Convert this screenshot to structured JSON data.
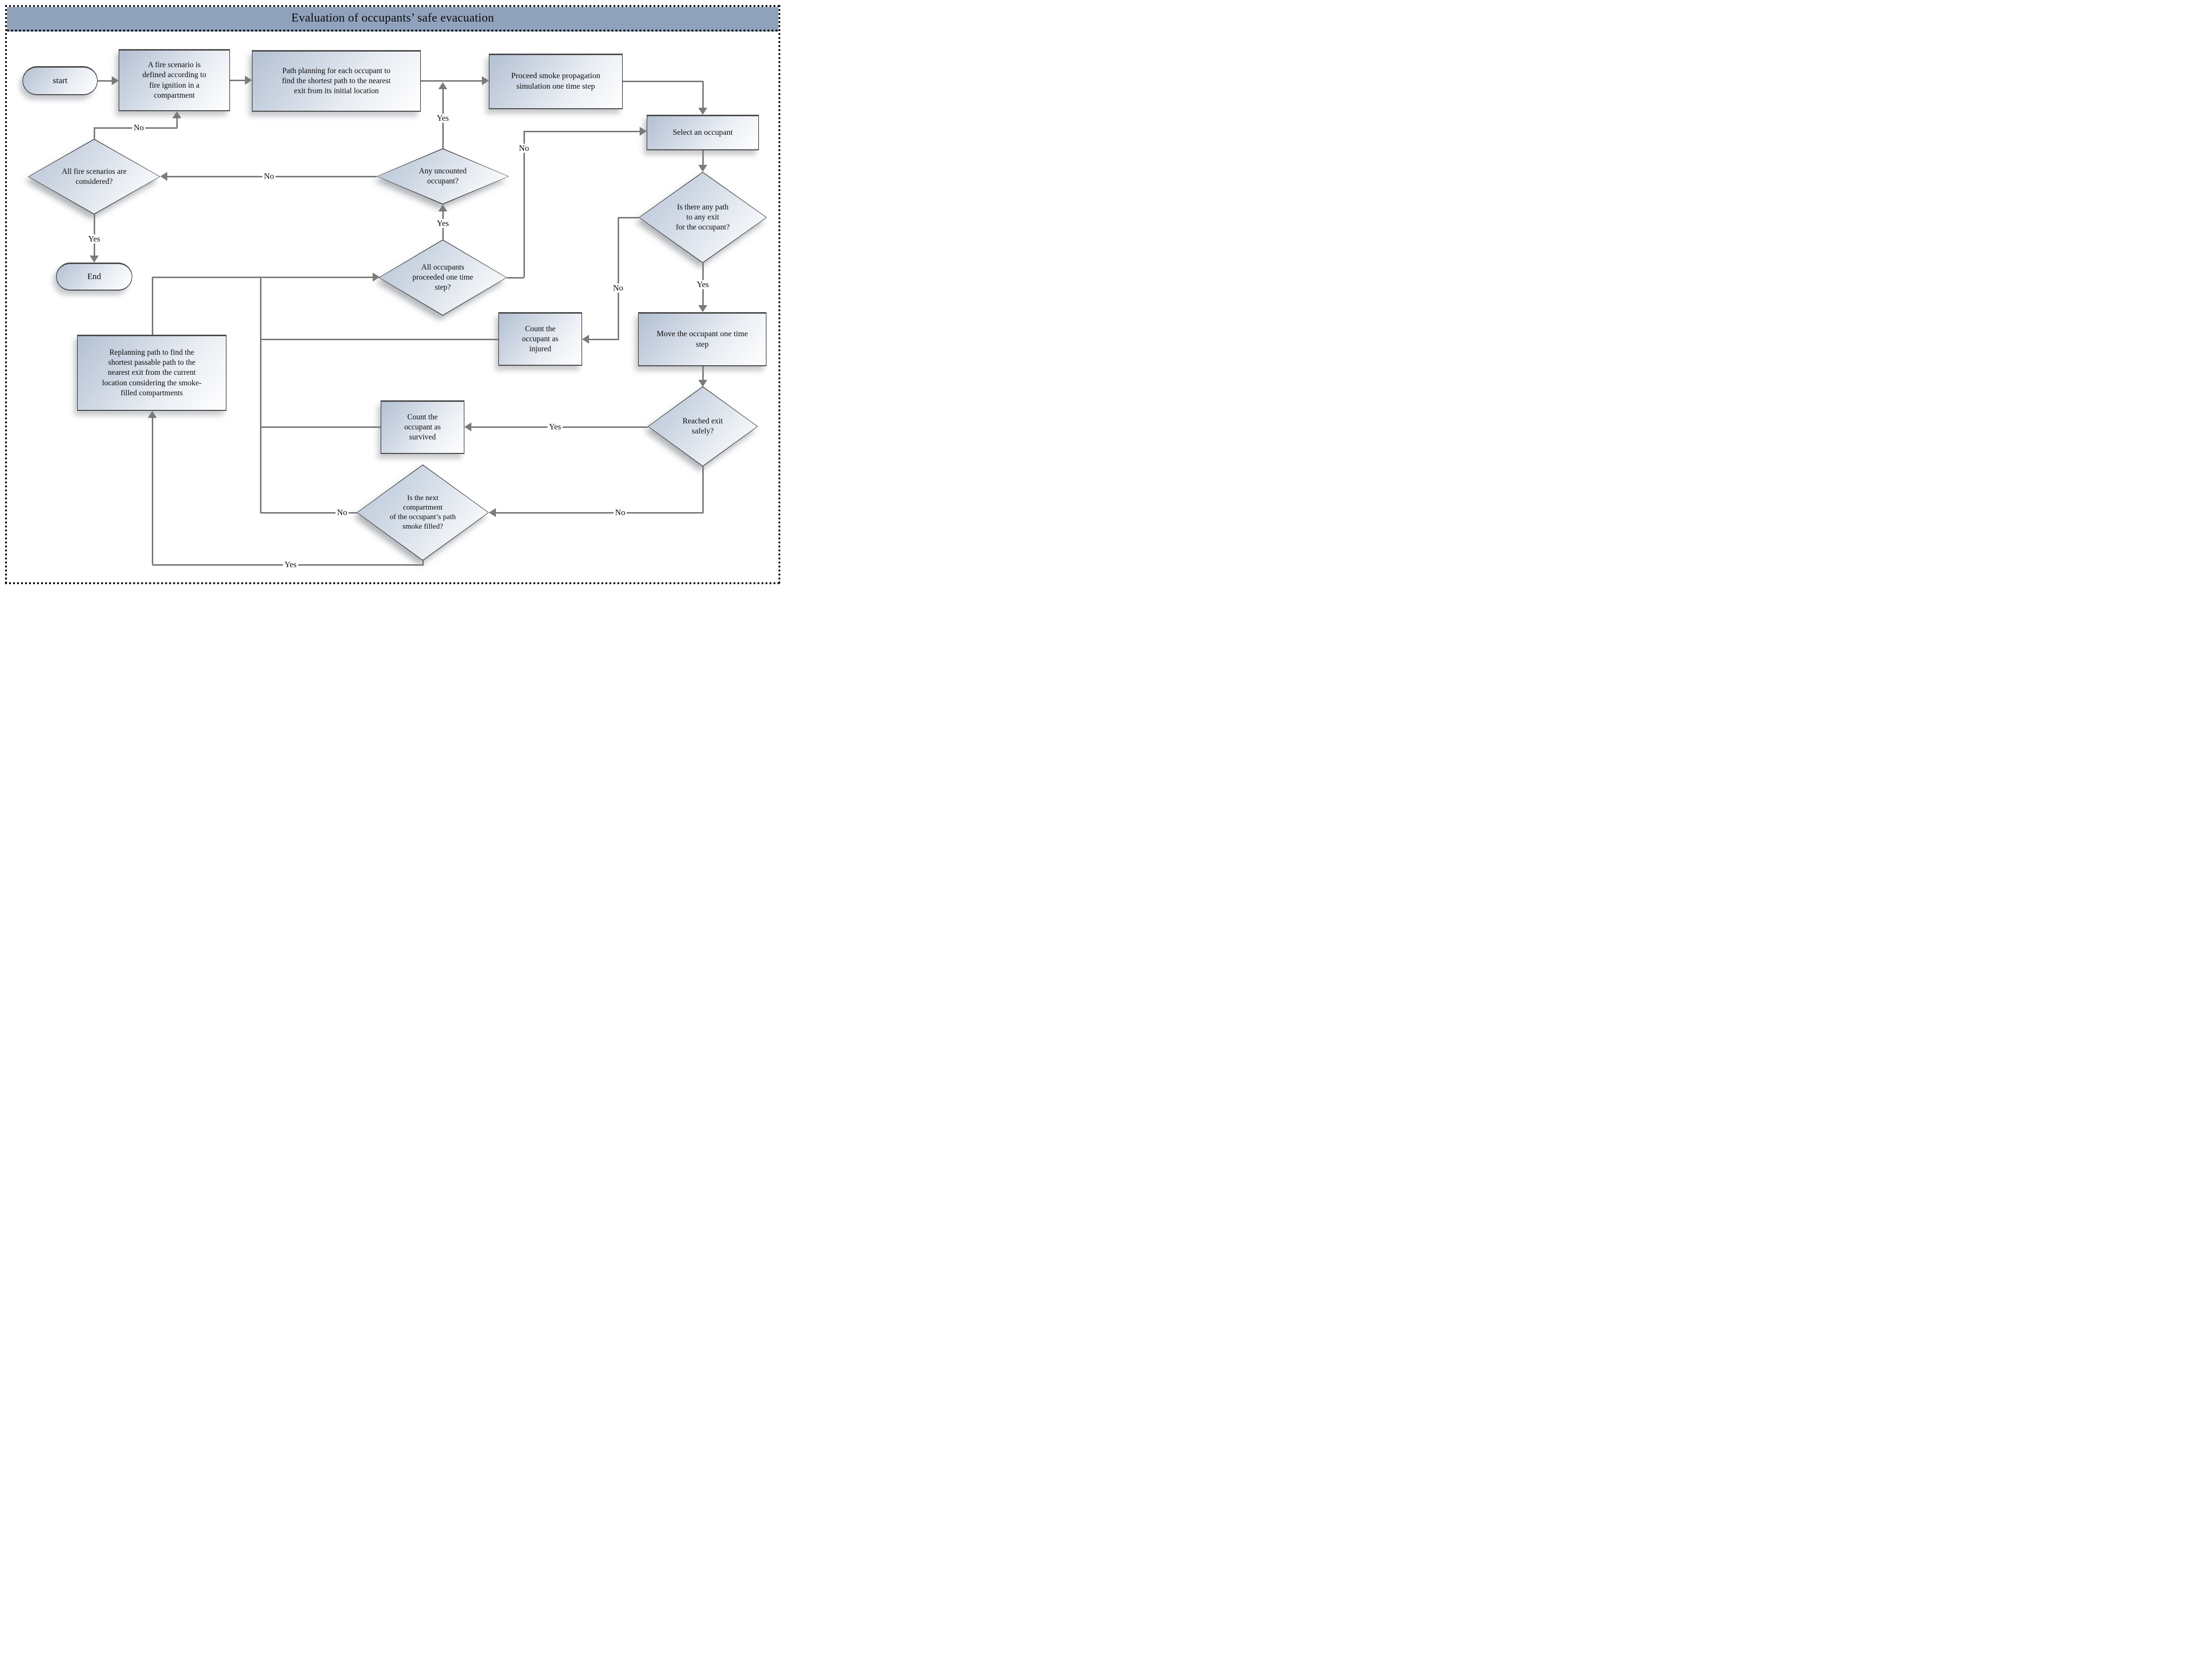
{
  "title": "Evaluation of occupants’ safe evacuation",
  "colors": {
    "title_bar": "#90a1bb",
    "node_gradient_start": "#b3c0d3",
    "node_gradient_end": "#ffffff",
    "connector": "#7b7b7b",
    "border": "#1e1e1e",
    "frame_dotted": "#060606"
  },
  "nodes": {
    "start": {
      "type": "terminator",
      "label": "start"
    },
    "fire_scenario": {
      "type": "process",
      "label": "A fire scenario is\ndefined according to\nfire ignition in a\ncompartment"
    },
    "path_planning": {
      "type": "process",
      "label": "Path planning for each occupant to\nfind the shortest path to the nearest\nexit from its initial location"
    },
    "smoke_simulation": {
      "type": "process",
      "label": "Proceed smoke propagation\nsimulation one time step"
    },
    "select_occupant": {
      "type": "process",
      "label": "Select an occupant"
    },
    "all_scenarios_considered": {
      "type": "decision",
      "label": "All fire scenarios are\nconsidered?"
    },
    "any_uncounted": {
      "type": "decision",
      "label": "Any uncounted\noccupant?"
    },
    "any_path_to_exit": {
      "type": "decision",
      "label": "Is there any path\nto any exit\nfor the occupant?"
    },
    "all_proceeded": {
      "type": "decision",
      "label": "All occupants\nproceeded one time\nstep?"
    },
    "count_injured": {
      "type": "process",
      "label": "Count the\noccupant as\ninjured"
    },
    "move_occupant": {
      "type": "process",
      "label": "Move the occupant one time\nstep"
    },
    "replanning": {
      "type": "process",
      "label": "Replanning path to find the\nshortest passable path to the\nnearest exit from the current\nlocation considering the smoke-\nfilled compartments"
    },
    "count_survived": {
      "type": "process",
      "label": "Count the\noccupant as\nsurvived"
    },
    "reached_exit": {
      "type": "decision",
      "label": "Reached exit\nsafely?"
    },
    "next_compartment_smoke": {
      "type": "decision",
      "label": "Is the next\ncompartment\nof the occupant’s path\nsmoke filled?"
    },
    "end": {
      "type": "terminator",
      "label": "End"
    }
  },
  "edges": [
    {
      "from": "start",
      "to": "fire_scenario",
      "label": ""
    },
    {
      "from": "fire_scenario",
      "to": "path_planning",
      "label": ""
    },
    {
      "from": "path_planning",
      "to": "smoke_simulation",
      "label": ""
    },
    {
      "from": "smoke_simulation",
      "to": "select_occupant",
      "label": ""
    },
    {
      "from": "select_occupant",
      "to": "any_path_to_exit",
      "label": ""
    },
    {
      "from": "any_path_to_exit",
      "to": "move_occupant",
      "label": "Yes"
    },
    {
      "from": "any_path_to_exit",
      "to": "count_injured",
      "label": "No"
    },
    {
      "from": "move_occupant",
      "to": "reached_exit",
      "label": ""
    },
    {
      "from": "reached_exit",
      "to": "count_survived",
      "label": "Yes"
    },
    {
      "from": "reached_exit",
      "to": "next_compartment_smoke",
      "label": "No"
    },
    {
      "from": "next_compartment_smoke",
      "to": "replanning",
      "label": "Yes"
    },
    {
      "from": "next_compartment_smoke",
      "to": "all_proceeded",
      "label": "No"
    },
    {
      "from": "count_injured",
      "to": "all_proceeded",
      "label": ""
    },
    {
      "from": "count_survived",
      "to": "all_proceeded",
      "label": ""
    },
    {
      "from": "replanning",
      "to": "all_proceeded",
      "label": ""
    },
    {
      "from": "all_proceeded",
      "to": "any_uncounted",
      "label": "Yes"
    },
    {
      "from": "all_proceeded",
      "to": "select_occupant",
      "label": "No"
    },
    {
      "from": "any_uncounted",
      "to": "path_planning",
      "label": "Yes"
    },
    {
      "from": "any_uncounted",
      "to": "all_scenarios_considered",
      "label": "No"
    },
    {
      "from": "all_scenarios_considered",
      "to": "fire_scenario",
      "label": "No"
    },
    {
      "from": "all_scenarios_considered",
      "to": "end",
      "label": "Yes"
    }
  ]
}
